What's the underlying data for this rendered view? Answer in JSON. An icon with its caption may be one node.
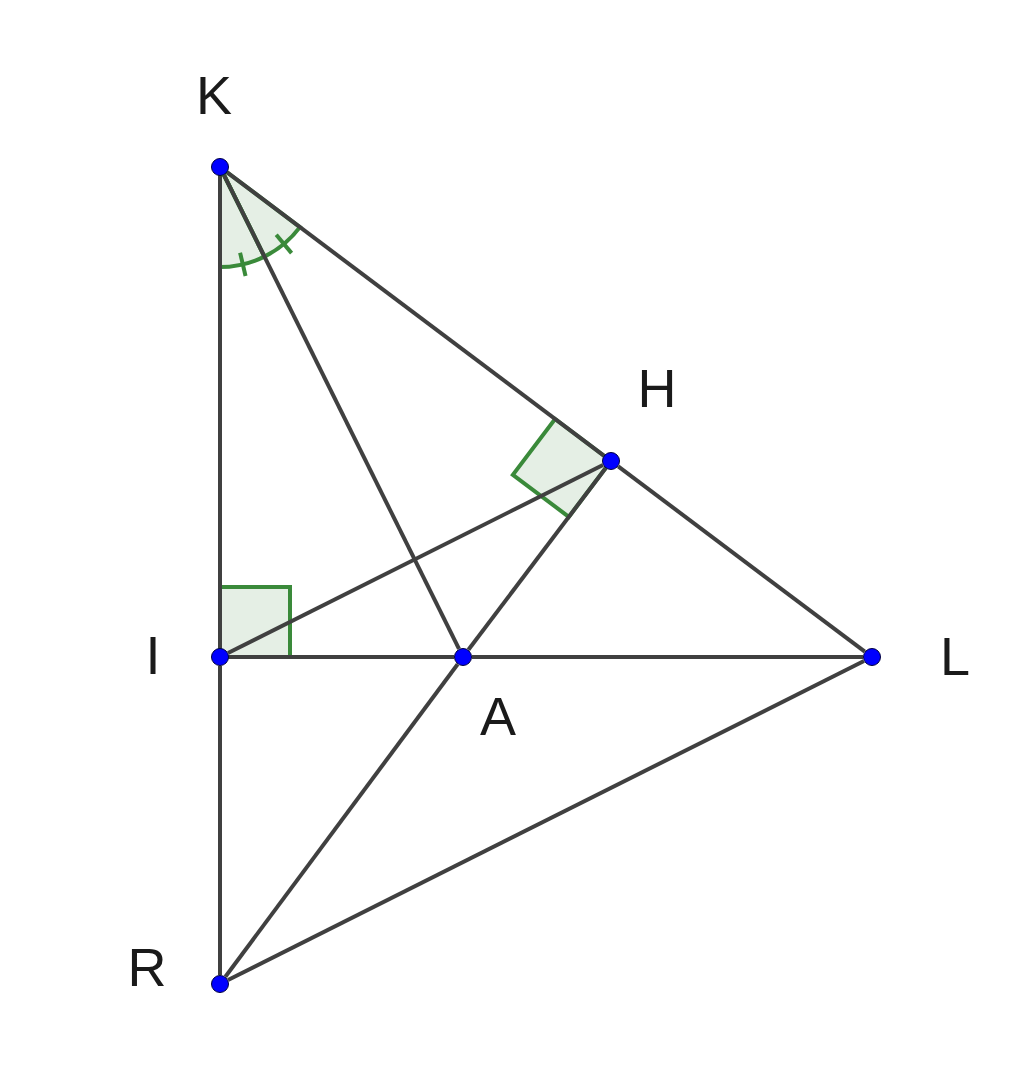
{
  "diagram": {
    "nodes": [
      {
        "text": [
          "K"
        ]
      },
      {
        "text": [
          "H"
        ]
      },
      {
        "text": [
          "I"
        ]
      },
      {
        "text": [
          "A"
        ]
      },
      {
        "text": [
          "L"
        ]
      },
      {
        "text": [
          "R"
        ]
      }
    ],
    "edges": [
      {
        "from": 0,
        "to": 2,
        "arrow": "none"
      },
      {
        "from": 2,
        "to": 5,
        "arrow": "none"
      },
      {
        "from": 0,
        "to": 1,
        "arrow": "none"
      },
      {
        "from": 1,
        "to": 4,
        "arrow": "none"
      },
      {
        "from": 0,
        "to": 3,
        "arrow": "none"
      },
      {
        "from": 2,
        "to": 1,
        "arrow": "none"
      },
      {
        "from": 3,
        "to": 1,
        "arrow": "none"
      },
      {
        "from": 2,
        "to": 3,
        "arrow": "none"
      },
      {
        "from": 3,
        "to": 4,
        "arrow": "none"
      },
      {
        "from": 3,
        "to": 5,
        "arrow": "none"
      },
      {
        "from": 5,
        "to": 4,
        "arrow": "none"
      }
    ]
  }
}
